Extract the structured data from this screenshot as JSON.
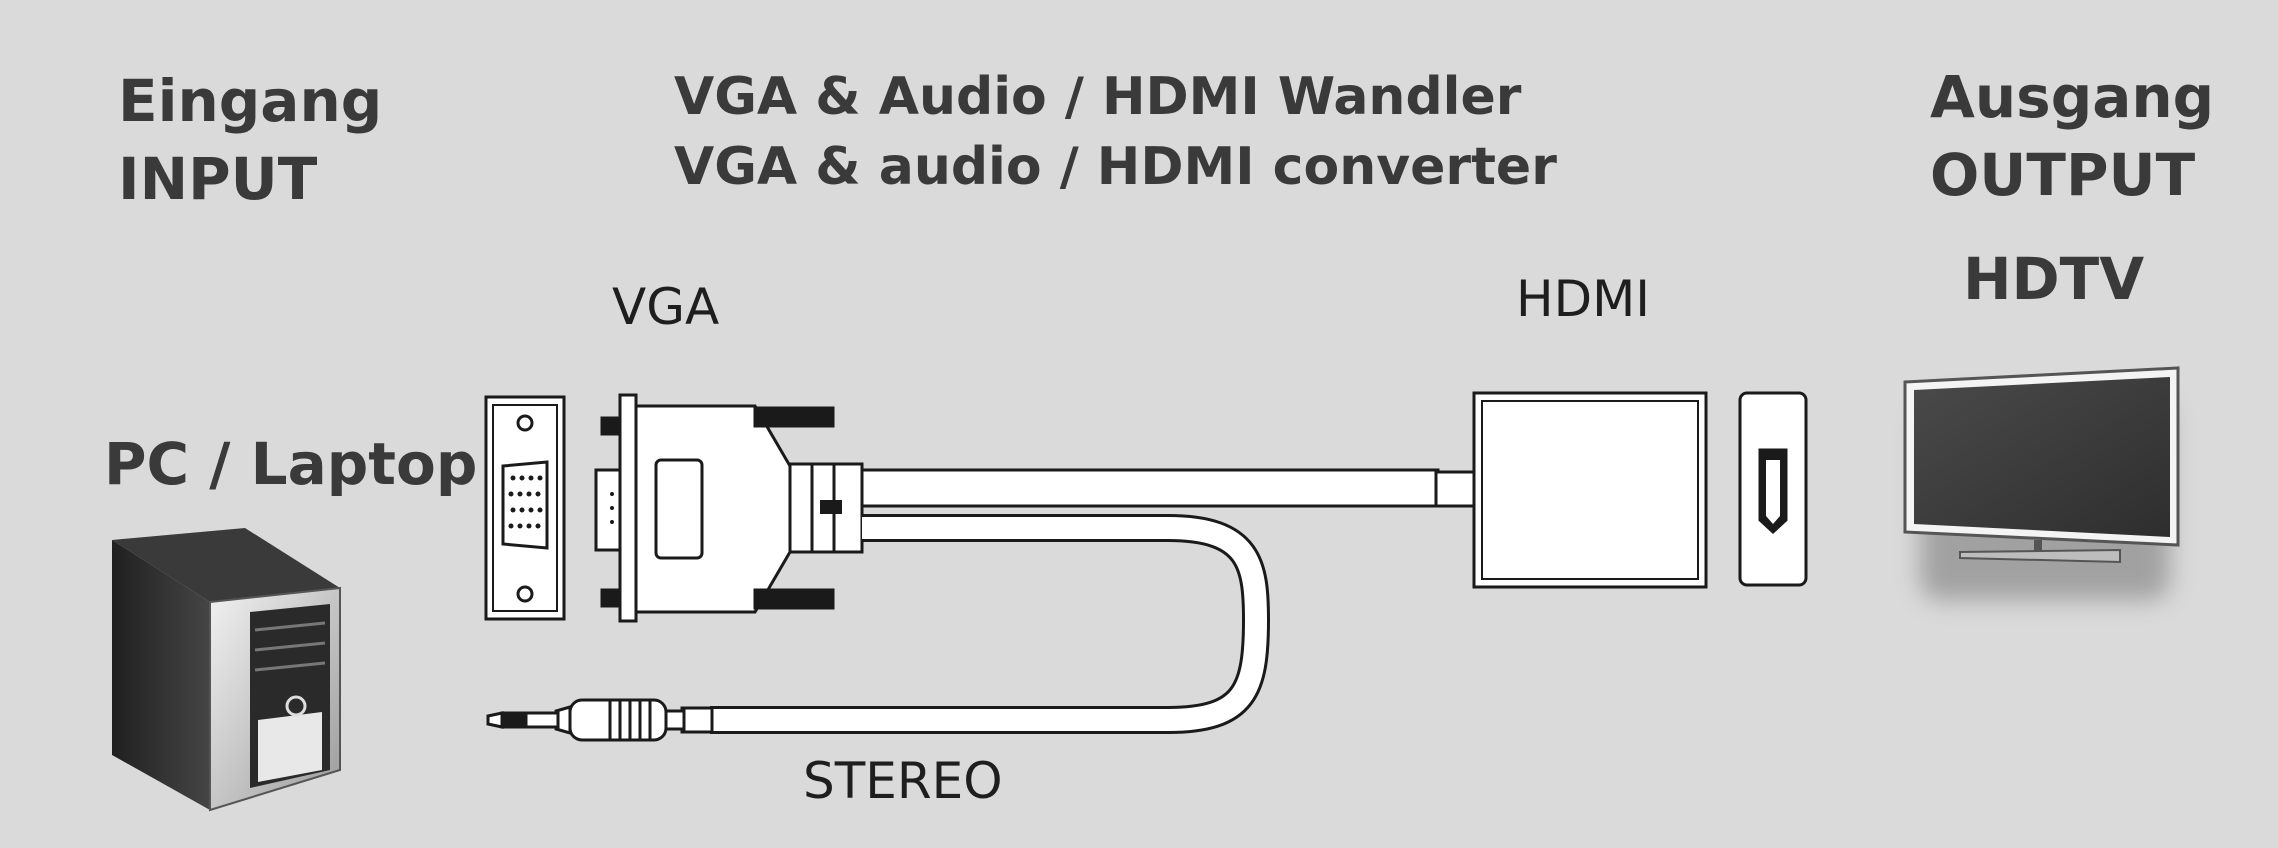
{
  "input_label": {
    "line1": "Eingang",
    "line2": "INPUT"
  },
  "title": {
    "line1": "VGA & Audio / HDMI Wandler",
    "line2": "VGA & audio / HDMI converter"
  },
  "output_label": {
    "line1": "Ausgang",
    "line2": "OUTPUT"
  },
  "pc_label": "PC / Laptop",
  "vga_label": "VGA",
  "hdmi_label": "HDMI",
  "hdtv_label": "HDTV",
  "stereo_label": "STEREO",
  "colors": {
    "background": "#dadada",
    "text": "#3a3a3a",
    "stroke": "#1a1a1a",
    "screen": "#3c3c3c"
  }
}
